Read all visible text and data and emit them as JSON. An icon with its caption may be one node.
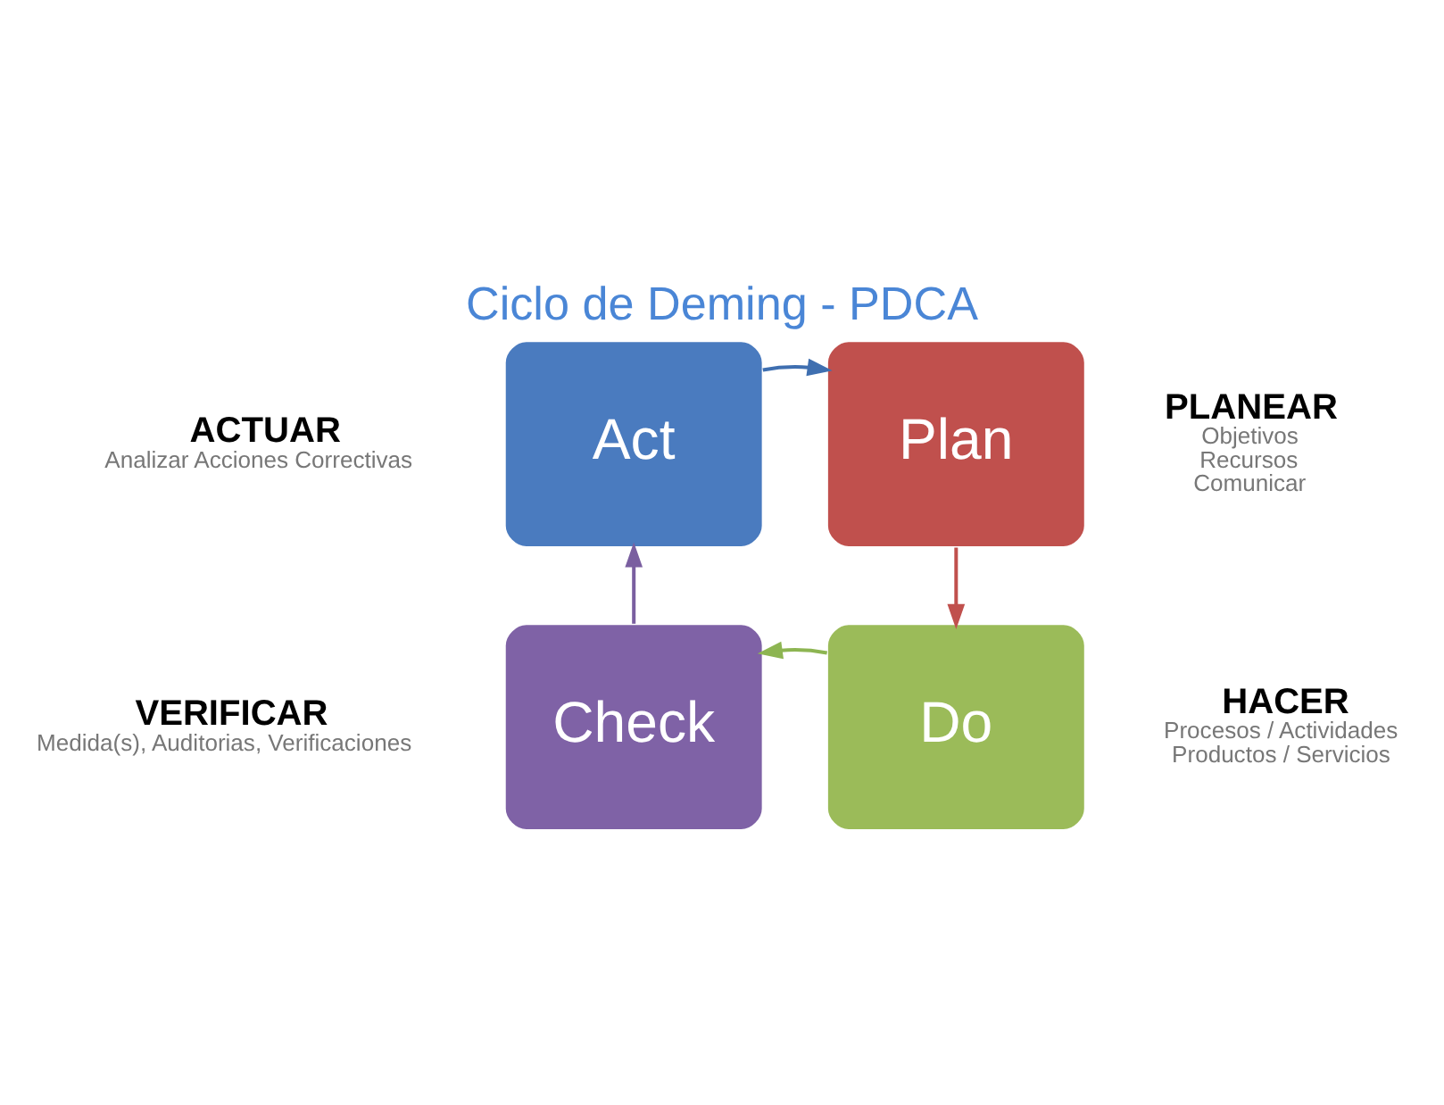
{
  "diagram": {
    "title": "Ciclo de Deming - PDCA",
    "nodes": [
      {
        "text": [
          "Act"
        ],
        "beside": [
          "ACTUAR",
          "Analizar Acciones Correctivas"
        ]
      },
      {
        "text": [
          "Plan"
        ],
        "beside": [
          "PLANEAR",
          "Objetivos",
          "Recursos",
          "Comunicar"
        ]
      },
      {
        "text": [
          "Check"
        ],
        "beside": [
          "VERIFICAR",
          "Medida(s), Auditorias, Verificaciones"
        ]
      },
      {
        "text": [
          "Do"
        ],
        "beside": [
          "HACER",
          "Procesos / Actividades",
          "Productos / Servicios"
        ]
      }
    ],
    "edges": [
      {
        "from": 0,
        "to": 1,
        "arrow": "to",
        "color": "#3f6fb0"
      },
      {
        "from": 1,
        "to": 3,
        "arrow": "to",
        "color": "#c0504d"
      },
      {
        "from": 3,
        "to": 2,
        "arrow": "to",
        "color": "#8db552"
      },
      {
        "from": 2,
        "to": 0,
        "arrow": "to",
        "color": "#7a5fa0"
      }
    ]
  }
}
